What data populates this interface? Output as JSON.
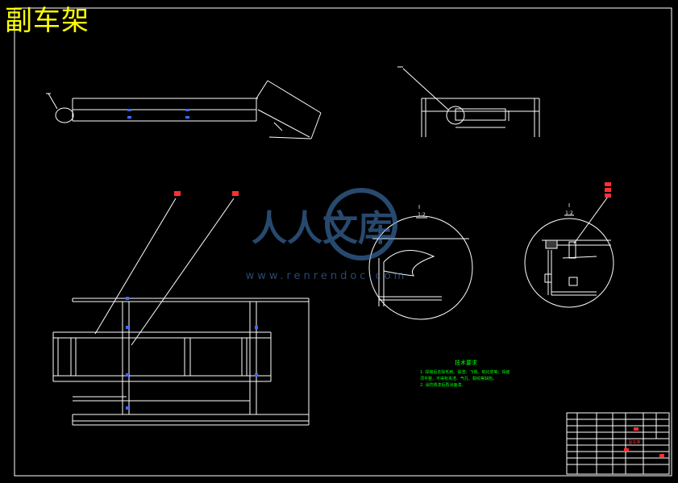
{
  "drawing_title": "副车架",
  "colors": {
    "background": "#000000",
    "lines": "#ffffff",
    "title": "#ffff00",
    "notes": "#00ff00",
    "callout": "#ff3030",
    "dimension": "#3f6bff",
    "watermark": "#4a86c8"
  },
  "detail_label": "I",
  "detail_scale": "1:2",
  "technical_notes": {
    "heading": "技术要求",
    "lines": [
      "1. 焊接后去除毛刺、焊渣、飞溅、氧化皮等；焊缝",
      "   须平整，不得有夹渣、气孔、裂纹等缺陷。",
      "2. 涂防锈漆后再涂面漆。"
    ]
  },
  "watermark": {
    "text": "人人文库",
    "url": "www.renrendoc.com"
  },
  "title_block": {
    "name_cell": "副车架"
  }
}
